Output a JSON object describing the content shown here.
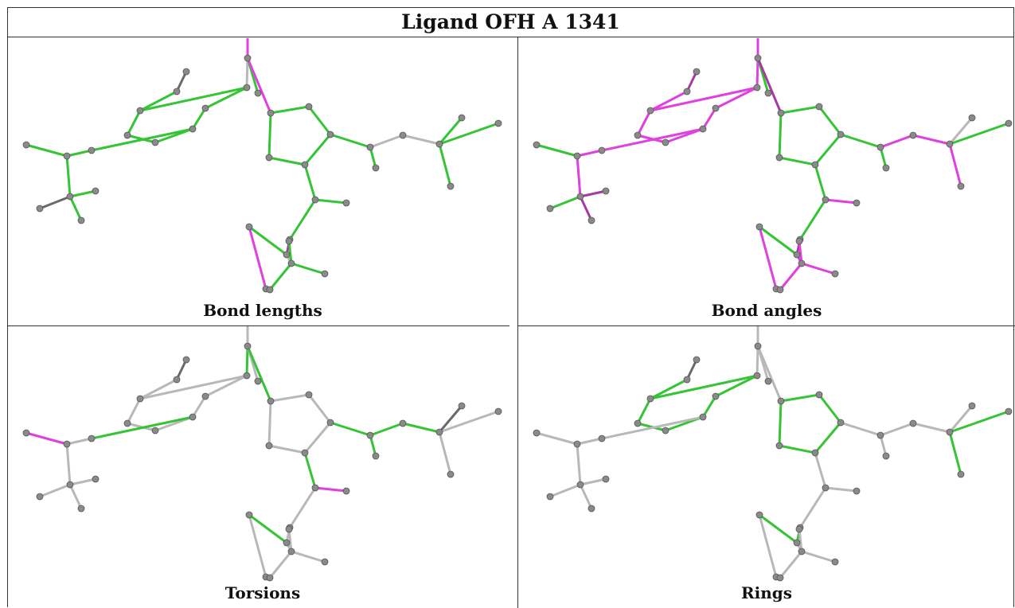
{
  "title": "Ligand OFH A 1341",
  "colors": {
    "green": "#35c435",
    "magenta": "#e040e0",
    "darkmagenta": "#a43aa4",
    "grey": "#b8b8b8",
    "darkgrey": "#6a6a6a",
    "atom": "#8a8a8a"
  },
  "panels": [
    {
      "id": "bond-lengths",
      "caption": "Bond lengths",
      "colors": {
        "1-2": "darkgrey",
        "2-3": "green",
        "3-4": "green",
        "4-5": "green",
        "5-6": "green",
        "6-7": "green",
        "7-8": "green",
        "8-3": "green",
        "8-9": "grey",
        "9-10": "magenta",
        "9-11": "green",
        "9-12": "magenta",
        "12-13": "green",
        "13-14": "green",
        "14-15": "green",
        "15-16": "green",
        "16-12": "green",
        "14-17": "green",
        "17-18": "green",
        "17-19": "grey",
        "19-20": "grey",
        "20-21": "green",
        "20-22": "green",
        "20-23": "green",
        "15-24": "green",
        "24-25": "green",
        "24-26": "green",
        "25-27": "darkmagenta",
        "27-28": "green",
        "27-29": "grey",
        "28-30": "magenta",
        "29-31": "green",
        "29-32": "green",
        "29-33": "green",
        "6-34": "green",
        "34-35": "green",
        "35-36": "green",
        "35-37": "green",
        "37-38": "darkgrey",
        "37-39": "green",
        "37-40": "green"
      }
    },
    {
      "id": "bond-angles",
      "caption": "Bond angles",
      "colors": {
        "1-2": "darkmagenta",
        "2-3": "magenta",
        "3-4": "magenta",
        "4-5": "magenta",
        "5-6": "magenta",
        "6-7": "magenta",
        "7-8": "magenta",
        "8-3": "magenta",
        "8-9": "magenta",
        "9-10": "magenta",
        "9-11": "green",
        "9-12": "darkmagenta",
        "12-13": "green",
        "13-14": "green",
        "14-15": "green",
        "15-16": "green",
        "16-12": "green",
        "14-17": "green",
        "17-18": "green",
        "17-19": "magenta",
        "19-20": "magenta",
        "20-21": "grey",
        "20-22": "green",
        "20-23": "magenta",
        "15-24": "green",
        "24-25": "green",
        "24-26": "magenta",
        "25-27": "darkmagenta",
        "27-28": "green",
        "27-29": "magenta",
        "28-30": "magenta",
        "29-31": "magenta",
        "29-32": "magenta",
        "29-33": "magenta",
        "6-34": "magenta",
        "34-35": "magenta",
        "35-36": "green",
        "35-37": "magenta",
        "37-38": "green",
        "37-39": "darkmagenta",
        "37-40": "darkmagenta"
      }
    },
    {
      "id": "torsions",
      "caption": "Torsions",
      "colors": {
        "1-2": "darkgrey",
        "2-3": "grey",
        "3-4": "grey",
        "4-5": "grey",
        "5-6": "grey",
        "6-7": "grey",
        "7-8": "grey",
        "8-3": "grey",
        "8-9": "green",
        "9-10": "grey",
        "9-11": "grey",
        "9-12": "green",
        "12-13": "grey",
        "13-14": "grey",
        "14-15": "grey",
        "15-16": "grey",
        "16-12": "grey",
        "14-17": "green",
        "17-18": "green",
        "17-19": "green",
        "19-20": "green",
        "20-21": "darkgrey",
        "20-22": "grey",
        "20-23": "grey",
        "15-24": "green",
        "24-25": "grey",
        "24-26": "magenta",
        "25-27": "grey",
        "27-28": "green",
        "27-29": "grey",
        "28-30": "grey",
        "29-31": "grey",
        "29-32": "grey",
        "29-33": "grey",
        "6-34": "green",
        "34-35": "grey",
        "35-36": "magenta",
        "35-37": "grey",
        "37-38": "grey",
        "37-39": "grey",
        "37-40": "grey"
      }
    },
    {
      "id": "rings",
      "caption": "Rings",
      "colors": {
        "1-2": "darkgrey",
        "2-3": "green",
        "3-4": "green",
        "4-5": "green",
        "5-6": "green",
        "6-7": "green",
        "7-8": "green",
        "8-3": "green",
        "8-9": "grey",
        "9-10": "grey",
        "9-11": "grey",
        "9-12": "grey",
        "12-13": "green",
        "13-14": "green",
        "14-15": "green",
        "15-16": "green",
        "16-12": "green",
        "14-17": "grey",
        "17-18": "grey",
        "17-19": "grey",
        "19-20": "grey",
        "20-21": "grey",
        "20-22": "green",
        "20-23": "green",
        "15-24": "grey",
        "24-25": "grey",
        "24-26": "grey",
        "25-27": "green",
        "27-28": "green",
        "27-29": "grey",
        "28-30": "grey",
        "29-31": "grey",
        "29-32": "grey",
        "29-33": "grey",
        "6-34": "grey",
        "34-35": "grey",
        "35-36": "grey",
        "35-37": "grey",
        "37-38": "grey",
        "37-39": "grey",
        "37-40": "grey"
      }
    }
  ]
}
